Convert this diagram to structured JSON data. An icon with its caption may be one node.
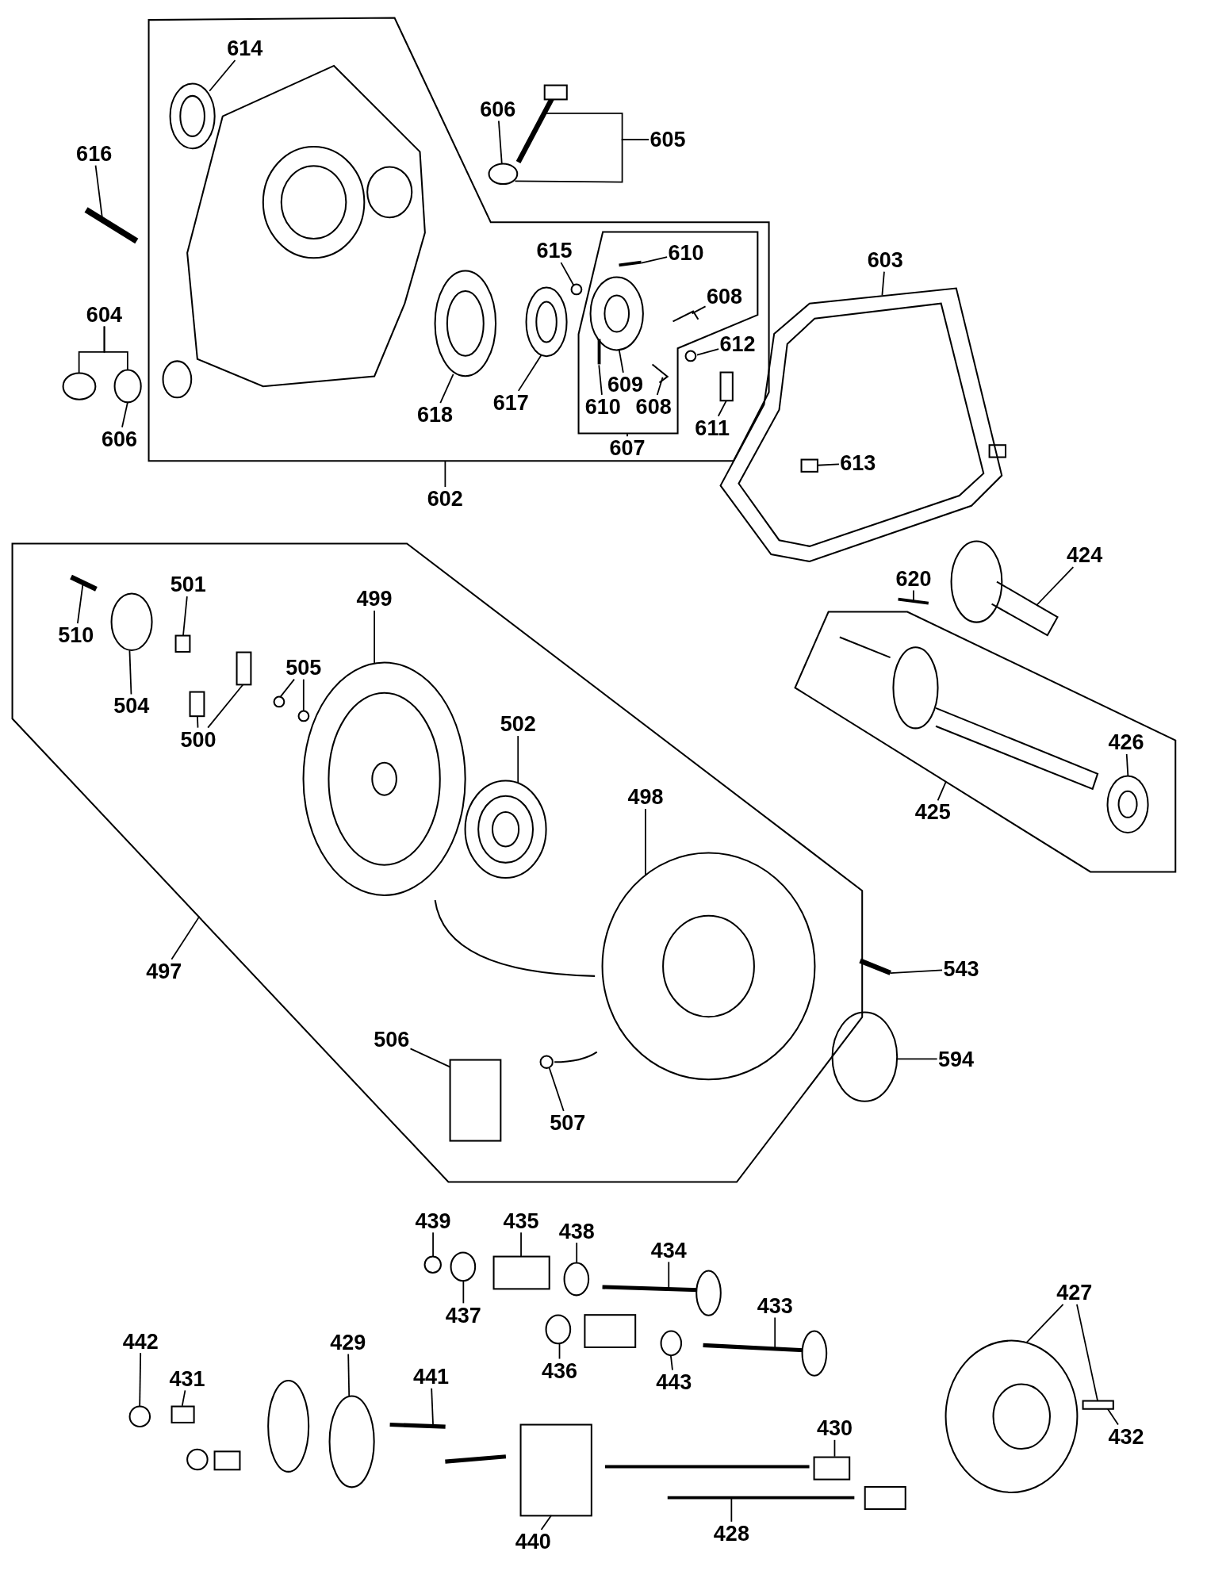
{
  "diagram": {
    "nodes": [
      {
        "text": [],
        "shape": "box"
      },
      {
        "text": [
          "614"
        ],
        "in": 0
      },
      {
        "text": [
          "616"
        ]
      },
      {
        "text": [
          "606"
        ]
      },
      {
        "text": [
          "605"
        ]
      },
      {
        "text": [
          "604"
        ]
      },
      {
        "text": [
          "615"
        ],
        "in": 0
      },
      {
        "text": [],
        "shape": "box",
        "in": 0
      },
      {
        "text": [
          "610"
        ],
        "in": 7
      },
      {
        "text": [
          "608"
        ],
        "in": 7
      },
      {
        "text": [
          "612"
        ],
        "in": 0
      },
      {
        "text": [
          "609"
        ],
        "in": 7
      },
      {
        "text": [
          "610"
        ],
        "in": 7
      },
      {
        "text": [
          "608"
        ],
        "in": 7
      },
      {
        "text": [
          "607"
        ],
        "in": 0
      },
      {
        "text": [
          "603"
        ]
      },
      {
        "text": [
          "606"
        ]
      },
      {
        "text": [
          "618"
        ],
        "in": 0
      },
      {
        "text": [
          "617"
        ],
        "in": 0
      },
      {
        "text": [
          "611"
        ],
        "in": 0
      },
      {
        "text": [
          "602"
        ]
      },
      {
        "text": [
          "613"
        ],
        "in": 71
      },
      {
        "text": [],
        "shape": "box"
      },
      {
        "text": [
          "510"
        ],
        "in": 22
      },
      {
        "text": [
          "501"
        ],
        "in": 22
      },
      {
        "text": [
          "424"
        ]
      },
      {
        "text": [
          "620"
        ]
      },
      {
        "text": [
          "499"
        ],
        "in": 22
      },
      {
        "text": [
          "505"
        ],
        "in": 22
      },
      {
        "text": [
          "504"
        ],
        "in": 22
      },
      {
        "text": [
          "502"
        ],
        "in": 22
      },
      {
        "text": [
          "500"
        ],
        "in": 22
      },
      {
        "text": [],
        "shape": "box"
      },
      {
        "text": [
          "426"
        ],
        "in": 32
      },
      {
        "text": [
          "498"
        ],
        "in": 22
      },
      {
        "text": [
          "425"
        ]
      },
      {
        "text": [
          "497"
        ]
      },
      {
        "text": [
          "543"
        ]
      },
      {
        "text": [
          "506"
        ],
        "in": 22
      },
      {
        "text": [
          "594"
        ]
      },
      {
        "text": [
          "507"
        ],
        "in": 22
      },
      {
        "text": [
          "439"
        ]
      },
      {
        "text": [
          "435"
        ]
      },
      {
        "text": [
          "438"
        ]
      },
      {
        "text": [
          "434"
        ]
      },
      {
        "text": [
          "437"
        ]
      },
      {
        "text": [
          "427"
        ]
      },
      {
        "text": [
          "433"
        ]
      },
      {
        "text": [
          "442"
        ]
      },
      {
        "text": [
          "429"
        ]
      },
      {
        "text": [
          "436"
        ]
      },
      {
        "text": [
          "443"
        ]
      },
      {
        "text": [
          "431"
        ]
      },
      {
        "text": [
          "441"
        ]
      },
      {
        "text": [
          "430"
        ]
      },
      {
        "text": [
          "432"
        ]
      },
      {
        "text": [
          "440"
        ]
      },
      {
        "text": [
          "428"
        ]
      },
      {
        "text": [],
        "shape": "picture",
        "in": 0
      },
      {
        "text": [],
        "shape": "picture"
      },
      {
        "text": [],
        "shape": "picture"
      },
      {
        "text": [],
        "shape": "circle"
      },
      {
        "text": [],
        "shape": "circle"
      },
      {
        "text": [],
        "shape": "circle"
      },
      {
        "text": [],
        "shape": "circle",
        "in": 0
      },
      {
        "text": [],
        "shape": "picture",
        "in": 7
      },
      {
        "text": [],
        "shape": "picture",
        "in": 7
      },
      {
        "text": [],
        "shape": "circle",
        "in": 0
      },
      {
        "text": [],
        "shape": "picture",
        "in": 7
      },
      {
        "text": [],
        "shape": "picture",
        "in": 7
      },
      {
        "text": [],
        "shape": "picture",
        "in": 7
      },
      {
        "text": [],
        "shape": "picture"
      },
      {
        "text": [],
        "shape": "picture",
        "in": 0
      },
      {
        "text": [],
        "shape": "picture",
        "in": 0
      },
      {
        "text": [],
        "shape": "box",
        "in": 0
      },
      {
        "text": [],
        "shape": "box",
        "in": 71
      },
      {
        "text": [],
        "shape": "picture",
        "in": 22
      },
      {
        "text": [],
        "shape": "box",
        "in": 22
      },
      {
        "text": [],
        "shape": "picture"
      },
      {
        "text": [],
        "shape": "picture"
      },
      {
        "text": [],
        "shape": "picture",
        "in": 22
      },
      {
        "text": [],
        "shape": "circle",
        "in": 22
      },
      {
        "text": [],
        "shape": "circle",
        "in": 22
      },
      {
        "text": [],
        "shape": "circle",
        "in": 22
      },
      {
        "text": [],
        "shape": "picture",
        "in": 22
      },
      {
        "text": [],
        "shape": "box",
        "in": 22
      },
      {
        "text": [],
        "shape": "box",
        "in": 22
      },
      {
        "text": [],
        "shape": "picture",
        "in": 32
      },
      {
        "text": [],
        "shape": "picture",
        "in": 22
      },
      {
        "text": [],
        "shape": "picture"
      },
      {
        "text": [],
        "shape": "box",
        "in": 22
      },
      {
        "text": [],
        "shape": "circle"
      },
      {
        "text": [],
        "shape": "circle",
        "in": 22
      },
      {
        "text": [],
        "shape": "circle"
      },
      {
        "text": [],
        "shape": "box"
      },
      {
        "text": [],
        "shape": "circle"
      },
      {
        "text": [],
        "shape": "picture"
      },
      {
        "text": [],
        "shape": "circle"
      },
      {
        "text": [],
        "shape": "picture"
      },
      {
        "text": [],
        "shape": "box"
      },
      {
        "text": [],
        "shape": "picture"
      },
      {
        "text": [],
        "shape": "circle"
      },
      {
        "text": [],
        "shape": "circle"
      },
      {
        "text": [],
        "shape": "circle"
      },
      {
        "text": [],
        "shape": "circle"
      },
      {
        "text": [],
        "shape": "box"
      },
      {
        "text": [],
        "shape": "picture"
      },
      {
        "text": [],
        "shape": "box"
      },
      {
        "text": [],
        "shape": "box"
      },
      {
        "text": [],
        "shape": "picture"
      }
    ],
    "edges": [
      {
        "from": 1,
        "to": 58,
        "arrow": "none"
      },
      {
        "from": 2,
        "to": 59,
        "arrow": "none"
      },
      {
        "from": 3,
        "to": 61,
        "arrow": "none"
      },
      {
        "from": 4,
        "to": 60,
        "arrow": "none"
      },
      {
        "from": 4,
        "to": 61,
        "arrow": "none"
      },
      {
        "from": 5,
        "to": 62,
        "arrow": "none"
      },
      {
        "from": 5,
        "to": 63,
        "arrow": "none"
      },
      {
        "from": 16,
        "to": 63,
        "arrow": "none"
      },
      {
        "from": 6,
        "to": 64,
        "arrow": "none"
      },
      {
        "from": 8,
        "to": 65,
        "arrow": "none"
      },
      {
        "from": 9,
        "to": 66,
        "arrow": "none"
      },
      {
        "from": 10,
        "to": 67,
        "arrow": "none"
      },
      {
        "from": 11,
        "to": 68,
        "arrow": "none"
      },
      {
        "from": 12,
        "to": 69,
        "arrow": "none"
      },
      {
        "from": 13,
        "to": 70,
        "arrow": "none"
      },
      {
        "from": 14,
        "to": 7,
        "arrow": "none"
      },
      {
        "from": 15,
        "to": 71,
        "arrow": "none"
      },
      {
        "from": 17,
        "to": 72,
        "arrow": "none"
      },
      {
        "from": 18,
        "to": 73,
        "arrow": "none"
      },
      {
        "from": 19,
        "to": 74,
        "arrow": "none"
      },
      {
        "from": 20,
        "to": 0,
        "arrow": "none"
      },
      {
        "from": 21,
        "to": 75,
        "arrow": "none"
      },
      {
        "from": 23,
        "to": 76,
        "arrow": "none"
      },
      {
        "from": 24,
        "to": 77,
        "arrow": "none"
      },
      {
        "from": 25,
        "to": 78,
        "arrow": "none"
      },
      {
        "from": 26,
        "to": 79,
        "arrow": "none"
      },
      {
        "from": 27,
        "to": 80,
        "arrow": "none"
      },
      {
        "from": 28,
        "to": 81,
        "arrow": "none"
      },
      {
        "from": 28,
        "to": 82,
        "arrow": "none"
      },
      {
        "from": 29,
        "to": 83,
        "arrow": "none"
      },
      {
        "from": 30,
        "to": 84,
        "arrow": "none"
      },
      {
        "from": 31,
        "to": 85,
        "arrow": "none"
      },
      {
        "from": 31,
        "to": 86,
        "arrow": "none"
      },
      {
        "from": 33,
        "to": 87,
        "arrow": "none"
      },
      {
        "from": 34,
        "to": 88,
        "arrow": "none"
      },
      {
        "from": 35,
        "to": 32,
        "arrow": "none"
      },
      {
        "from": 36,
        "to": 22,
        "arrow": "none"
      },
      {
        "from": 37,
        "to": 89,
        "arrow": "none"
      },
      {
        "from": 38,
        "to": 90,
        "arrow": "none"
      },
      {
        "from": 39,
        "to": 91,
        "arrow": "none"
      },
      {
        "from": 40,
        "to": 92,
        "arrow": "none"
      },
      {
        "from": 41,
        "to": 93,
        "arrow": "none"
      },
      {
        "from": 42,
        "to": 94,
        "arrow": "none"
      },
      {
        "from": 43,
        "to": 95,
        "arrow": "none"
      },
      {
        "from": 44,
        "to": 96,
        "arrow": "none"
      },
      {
        "from": 45,
        "to": 97,
        "arrow": "none"
      },
      {
        "from": 46,
        "to": 98,
        "arrow": "none"
      },
      {
        "from": 46,
        "to": 99,
        "arrow": "none"
      },
      {
        "from": 47,
        "to": 100,
        "arrow": "none"
      },
      {
        "from": 48,
        "to": 101,
        "arrow": "none"
      },
      {
        "from": 49,
        "to": 102,
        "arrow": "none"
      },
      {
        "from": 50,
        "to": 103,
        "arrow": "none"
      },
      {
        "from": 51,
        "to": 104,
        "arrow": "none"
      },
      {
        "from": 52,
        "to": 105,
        "arrow": "none"
      },
      {
        "from": 53,
        "to": 106,
        "arrow": "none"
      },
      {
        "from": 54,
        "to": 107,
        "arrow": "none"
      },
      {
        "from": 55,
        "to": 99,
        "arrow": "none"
      },
      {
        "from": 56,
        "to": 108,
        "arrow": "none"
      },
      {
        "from": 57,
        "to": 109,
        "arrow": "none"
      }
    ]
  }
}
